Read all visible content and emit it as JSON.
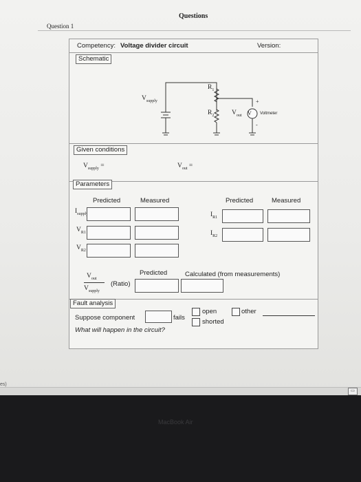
{
  "page_title": "Questions",
  "question_label": "Question 1",
  "competency": {
    "label": "Competency:",
    "value": "Voltage divider circuit",
    "version_label": "Version:"
  },
  "schematic": {
    "tag": "Schematic",
    "vsupply_main": "V",
    "vsupply_sub": "supply",
    "r1": "R",
    "r1_sub": "1",
    "r2": "R",
    "r2_sub": "2",
    "vout_main": "V",
    "vout_sub": "out",
    "voltmeter": "Voltmeter",
    "plus": "+",
    "minus": "-",
    "meter_symbol": "V"
  },
  "given": {
    "tag": "Given conditions",
    "vsupply_main": "V",
    "vsupply_sub": "supply",
    "eq": "=",
    "vout_main": "V",
    "vout_sub": "out"
  },
  "parameters": {
    "tag": "Parameters",
    "col_predicted": "Predicted",
    "col_measured": "Measured",
    "left_rows": [
      {
        "main": "I",
        "sub": "supply"
      },
      {
        "main": "V",
        "sub": "R1"
      },
      {
        "main": "V",
        "sub": "R2"
      }
    ],
    "right_rows": [
      {
        "main": "I",
        "sub": "R1"
      },
      {
        "main": "I",
        "sub": "R2"
      }
    ]
  },
  "ratio": {
    "col_predicted": "Predicted",
    "col_calculated": "Calculated (from measurements)",
    "num_main": "V",
    "num_sub": "out",
    "den_main": "V",
    "den_sub": "supply",
    "label": "(Ratio)"
  },
  "fault": {
    "tag": "Fault analysis",
    "suppose": "Suppose component",
    "fails": "fails",
    "open": "open",
    "shorted": "shorted",
    "other": "other",
    "question": "What will happen in the circuit?"
  },
  "edge_text": "es)",
  "brand": "MacBook Air"
}
